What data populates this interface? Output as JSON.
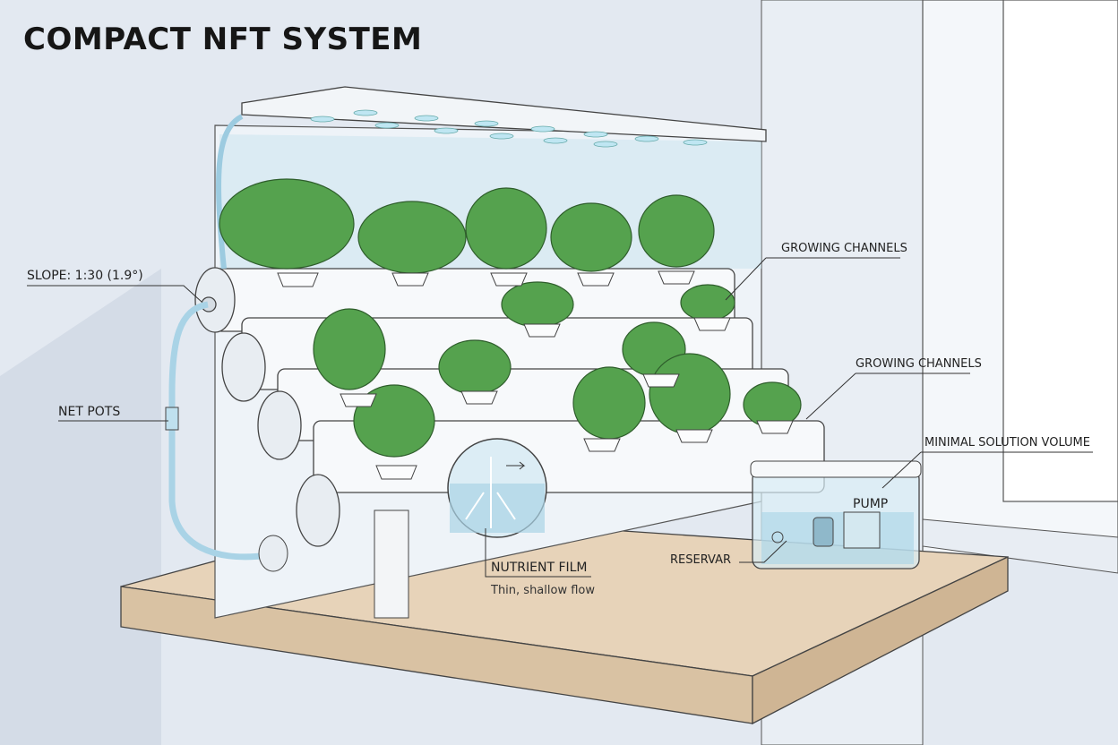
{
  "title": "COMPACT NFT SYSTEM",
  "labels": {
    "slope": "SLOPE: 1:30 (1.9°)",
    "net_pots": "NET POTS",
    "growing_channels_1": "GROWING CHANNELS",
    "growing_channels_2": "GROWING CHANNELS",
    "minimal_solution_volume": "MINIMAL SOLUTION VOLUME",
    "pump": "PUMP",
    "reservoir": "RESERVAR",
    "nutrient_film": "NUTRIENT FILM",
    "nutrient_film_sub": "Thin, shallow flow"
  },
  "colors": {
    "background": "#dfe6ef",
    "plant": "#4f9a4a",
    "shelf": "#e6d2b8",
    "tube": "#a9d3e6",
    "water": "#b8dcea"
  }
}
